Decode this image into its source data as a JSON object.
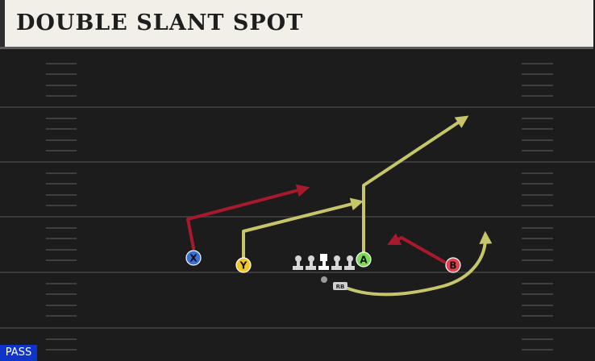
{
  "play": {
    "title": "DOUBLE SLANT SPOT",
    "type_tag": "PASS"
  },
  "players": [
    {
      "id": "X",
      "label": "X",
      "color": "#3a6fd8",
      "route": "slant",
      "route_color": "#a8192e"
    },
    {
      "id": "Y",
      "label": "Y",
      "color": "#f3c62b",
      "route": "slant",
      "route_color": "#c7c56a"
    },
    {
      "id": "A",
      "label": "A",
      "color": "#7ed957",
      "route": "post",
      "route_color": "#c7c56a"
    },
    {
      "id": "B",
      "label": "B",
      "color": "#e2434e",
      "route": "spot",
      "route_color": "#a8192e"
    },
    {
      "id": "RB",
      "label": "RB",
      "color": "#cfcfcf",
      "route": "wheel",
      "route_color": "#c7c56a"
    }
  ],
  "colors": {
    "field": "#1c1c1c",
    "yard_line": "#3a3a3a",
    "hash": "#3f3f3f",
    "route_yellow": "#c7c56a",
    "route_red": "#a8192e",
    "lineman": "#d6d6d6",
    "center": "#ffffff"
  }
}
